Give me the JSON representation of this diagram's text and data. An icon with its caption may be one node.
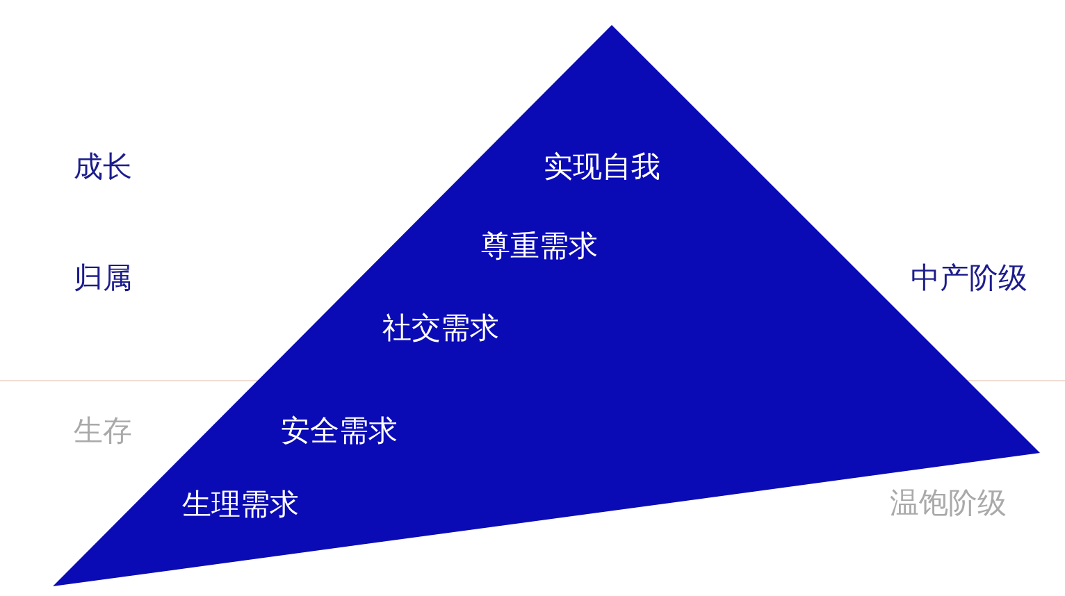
{
  "diagram": {
    "nodes": [
      {
        "text": [
          "实现自我",
          "尊重需求",
          "社交需求",
          "安全需求",
          "生理需求"
        ]
      }
    ],
    "labels": [
      "成长",
      "归属",
      "中产阶级",
      "生存",
      "温饱阶级"
    ]
  }
}
